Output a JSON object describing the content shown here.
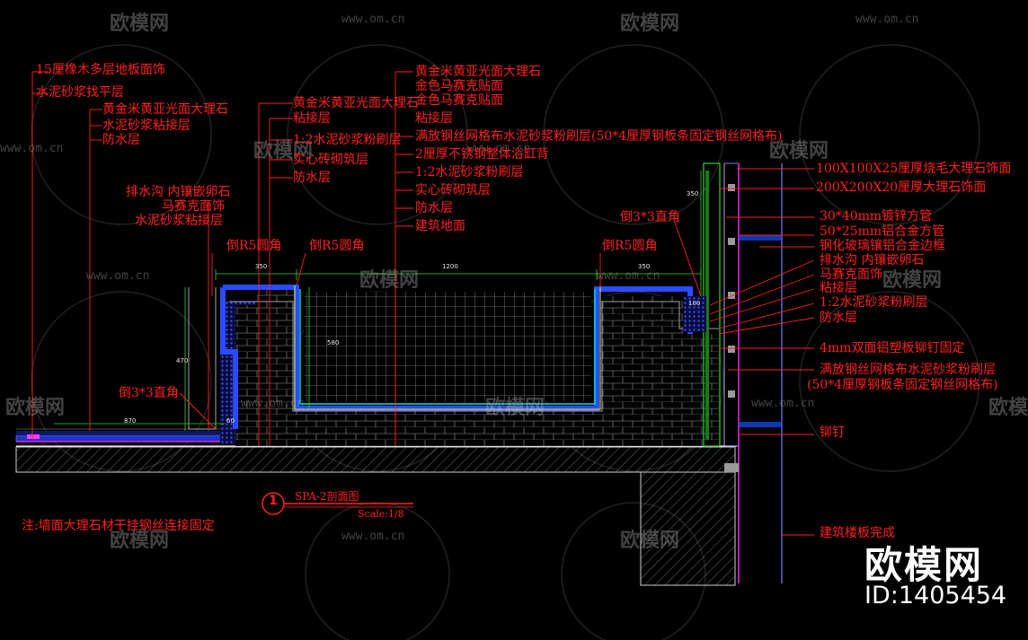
{
  "watermark": {
    "brand": "欧模网",
    "url": "www.om.cn"
  },
  "brand": {
    "name": "欧模网",
    "id": "ID:1405454"
  },
  "drawing": {
    "number": "1",
    "title": "SPA-2剖面图",
    "scale": "Scale:1/8",
    "note": "注:墙面大理石材干挂钢丝连接固定"
  },
  "labels_left": [
    "15厘橡木多层地板面饰",
    "水泥砂浆找平层",
    "黄金米黄亚光面大理石",
    "水泥砂浆粘接层",
    "防水层"
  ],
  "labels_drain": [
    "排水沟 内镶嵌卵石",
    "马赛克面饰",
    "水泥砂浆粘接层"
  ],
  "labels_mid": [
    "黄金米黄亚光面大理石",
    "粘接层",
    "1:2水泥砂浆粉刷层",
    "实心砖砌筑层",
    "防水层"
  ],
  "labels_center": [
    "黄金米黄亚光面大理石",
    "金色马赛克贴面",
    "金色马赛克贴面",
    "粘接层",
    "满放钢丝网格布水泥砂浆粉刷层(50*4厘厚钢板条固定钢丝网格布)",
    "2厘厚不锈钢整体浴缸背",
    "1:2水泥砂浆粉刷层",
    "实心砖砌筑层",
    "防水层",
    "建筑地面"
  ],
  "labels_right": [
    "100X100X25厘厚烧毛大理石饰面",
    "200X200X20厘厚大理石饰面",
    "30*40mm镀锌方管",
    "50*25mm铝合金方管",
    "钢化玻璃镶铝合金边框",
    "排水沟 内镶嵌卵石",
    "马赛克面饰",
    "粘接层",
    "1:2水泥砂浆粉刷层",
    "防水层",
    "4mm双面铝塑板铆钉固定",
    "满放钢丝网格布水泥砂浆粉刷层",
    "(50*4厘厚钢板条固定钢丝网格布)",
    "铆钉",
    "建筑楼板完成"
  ],
  "callouts": {
    "chamfer_a": "倒3*3直角",
    "chamfer_b": "倒3*3直角",
    "round_a": "倒R5圆角",
    "round_b": "倒R5圆角",
    "round_c": "倒R5圆角"
  },
  "dimensions": [
    "350",
    "1200",
    "350",
    "870",
    "60",
    "580",
    "470",
    "350",
    "100"
  ]
}
